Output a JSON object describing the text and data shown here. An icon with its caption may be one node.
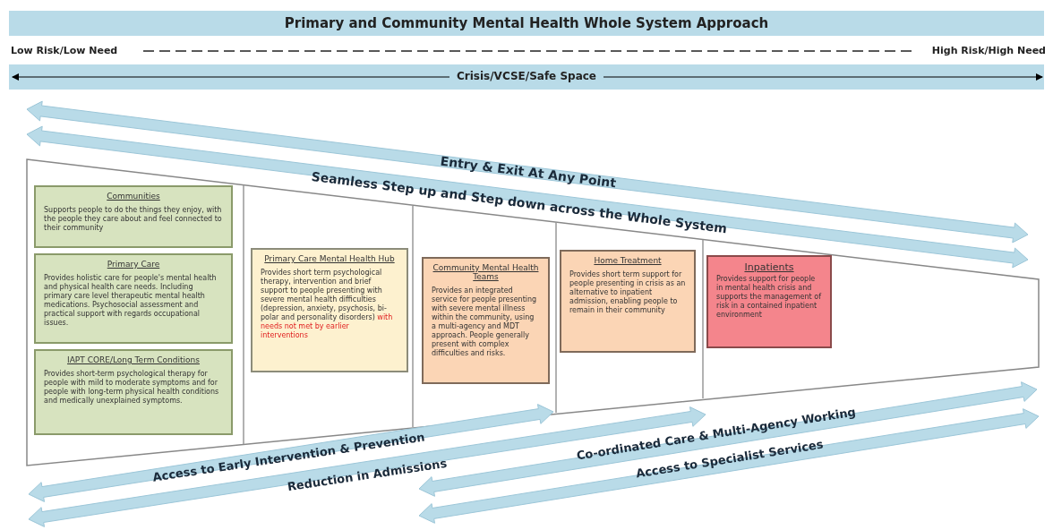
{
  "diagram": {
    "title": "Primary and Community Mental Health Whole System Approach",
    "nodes": [
      {
        "text": [
          "Communities",
          "Supports people to do the things they enjoy, with the people they care about and feel connected to their community"
        ]
      },
      {
        "text": [
          "Primary Care",
          "Provides holistic care for people's mental health and physical health care needs. Including primary care level therapeutic mental health medications.  Psychosocial assessment and practical support with regards occupational issues."
        ]
      },
      {
        "text": [
          "IAPT CORE/Long Term Conditions",
          "Provides short-term psychological therapy for people with mild to moderate symptoms and for people with long-term physical health conditions and medically unexplained symptoms."
        ]
      },
      {
        "text": [
          "Primary Care Mental Health Hub",
          "Provides short term psychological therapy, intervention and brief support to people presenting with severe mental health difficulties (depression, anxiety, psychosis, bi-polar and personality disorders)",
          "with needs not met by earlier interventions"
        ]
      },
      {
        "text": [
          "Community Mental Health Teams",
          "Provides an integrated service for people presenting with severe mental illness within the community, using a multi-agency and MDT approach. People generally present with complex difficulties and risks."
        ]
      },
      {
        "text": [
          "Home Treatment",
          "Provides short term support for people presenting in crisis as an alternative to inpatient admission, enabling people to remain in their community"
        ]
      },
      {
        "text": [
          "Inpatients",
          "Provides support for people in mental health crisis and supports the management of risk in a contained inpatient environment"
        ]
      }
    ],
    "labels": [
      "Low Risk/Low Need",
      "High Risk/High Need",
      "Crisis/VCSE/Safe Space",
      "Entry & Exit At Any Point",
      "Seamless Step up and Step down across the Whole System",
      "Access to Early Intervention & Prevention",
      "Reduction in Admissions",
      "Co-ordinated Care & Multi-Agency Working",
      "Access to Specialist Services"
    ]
  }
}
